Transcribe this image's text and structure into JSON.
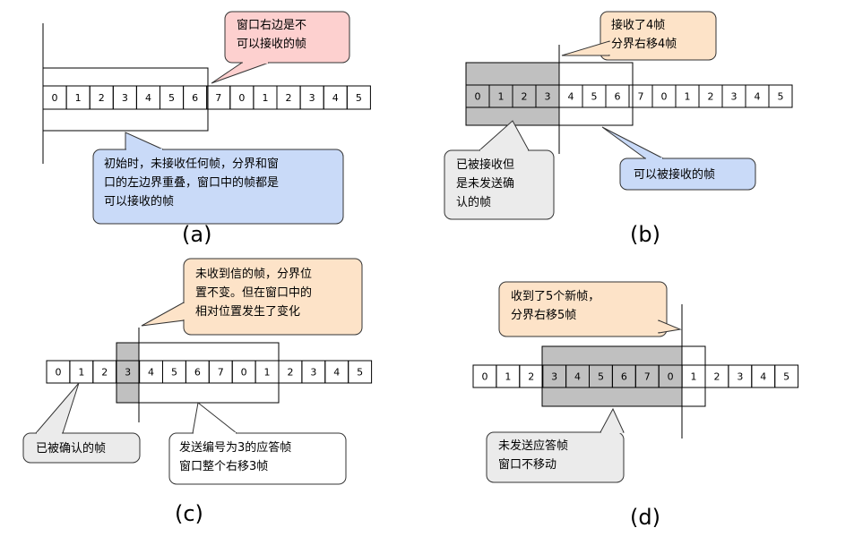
{
  "colors": {
    "gray": "#c0c0c0",
    "pink": "#fdd0cf",
    "blue": "#c9daf8",
    "peach": "#fde3c8",
    "lightgray": "#ebebeb"
  },
  "panels": [
    {
      "id": "a",
      "label": "(a)",
      "cells": [
        "0",
        "1",
        "2",
        "3",
        "4",
        "5",
        "6",
        "7",
        "0",
        "1",
        "2",
        "3",
        "4",
        "5"
      ],
      "notes": [
        {
          "name": "note-window-right-edge",
          "color": "pink",
          "lines": [
            "窗口右边是不",
            "可以接收的帧"
          ]
        },
        {
          "name": "note-initial-state",
          "color": "blue",
          "lines": [
            "初始时，未接收任何帧，分界和窗",
            "口的左边界重叠，窗口中的帧都是",
            "可以接收的帧"
          ]
        }
      ]
    },
    {
      "id": "b",
      "label": "(b)",
      "cells": [
        "0",
        "1",
        "2",
        "3",
        "4",
        "5",
        "6",
        "7",
        "0",
        "1",
        "2",
        "3",
        "4",
        "5"
      ],
      "notes": [
        {
          "name": "note-received-4",
          "color": "peach",
          "lines": [
            "接收了4帧",
            "分界右移4帧"
          ]
        },
        {
          "name": "note-received-not-acked",
          "color": "lightgray",
          "lines": [
            "已被接收但",
            "是未发送确",
            "认的帧"
          ]
        },
        {
          "name": "note-receivable",
          "color": "blue",
          "lines": [
            "可以被接收的帧"
          ]
        }
      ]
    },
    {
      "id": "c",
      "label": "(c)",
      "cells": [
        "0",
        "1",
        "2",
        "3",
        "4",
        "5",
        "6",
        "7",
        "0",
        "1",
        "2",
        "3",
        "4",
        "5"
      ],
      "notes": [
        {
          "name": "note-no-new-frame",
          "color": "peach",
          "lines": [
            "未收到信的帧，分界位",
            "置不变。但在窗口中的",
            "相对位置发生了变化"
          ]
        },
        {
          "name": "note-acked",
          "color": "lightgray",
          "lines": [
            "已被确认的帧"
          ]
        },
        {
          "name": "note-send-ack",
          "color": "white",
          "lines": [
            "发送编号为3的应答帧",
            "窗口整个右移3帧"
          ]
        }
      ]
    },
    {
      "id": "d",
      "label": "(d)",
      "cells": [
        "0",
        "1",
        "2",
        "3",
        "4",
        "5",
        "6",
        "7",
        "0",
        "1",
        "2",
        "3",
        "4",
        "5"
      ],
      "notes": [
        {
          "name": "note-received-5",
          "color": "peach",
          "lines": [
            "收到了5个新帧，",
            "分界右移5帧"
          ]
        },
        {
          "name": "note-no-ack",
          "color": "lightgray",
          "lines": [
            "未发送应答帧",
            "窗口不移动"
          ]
        }
      ]
    }
  ]
}
